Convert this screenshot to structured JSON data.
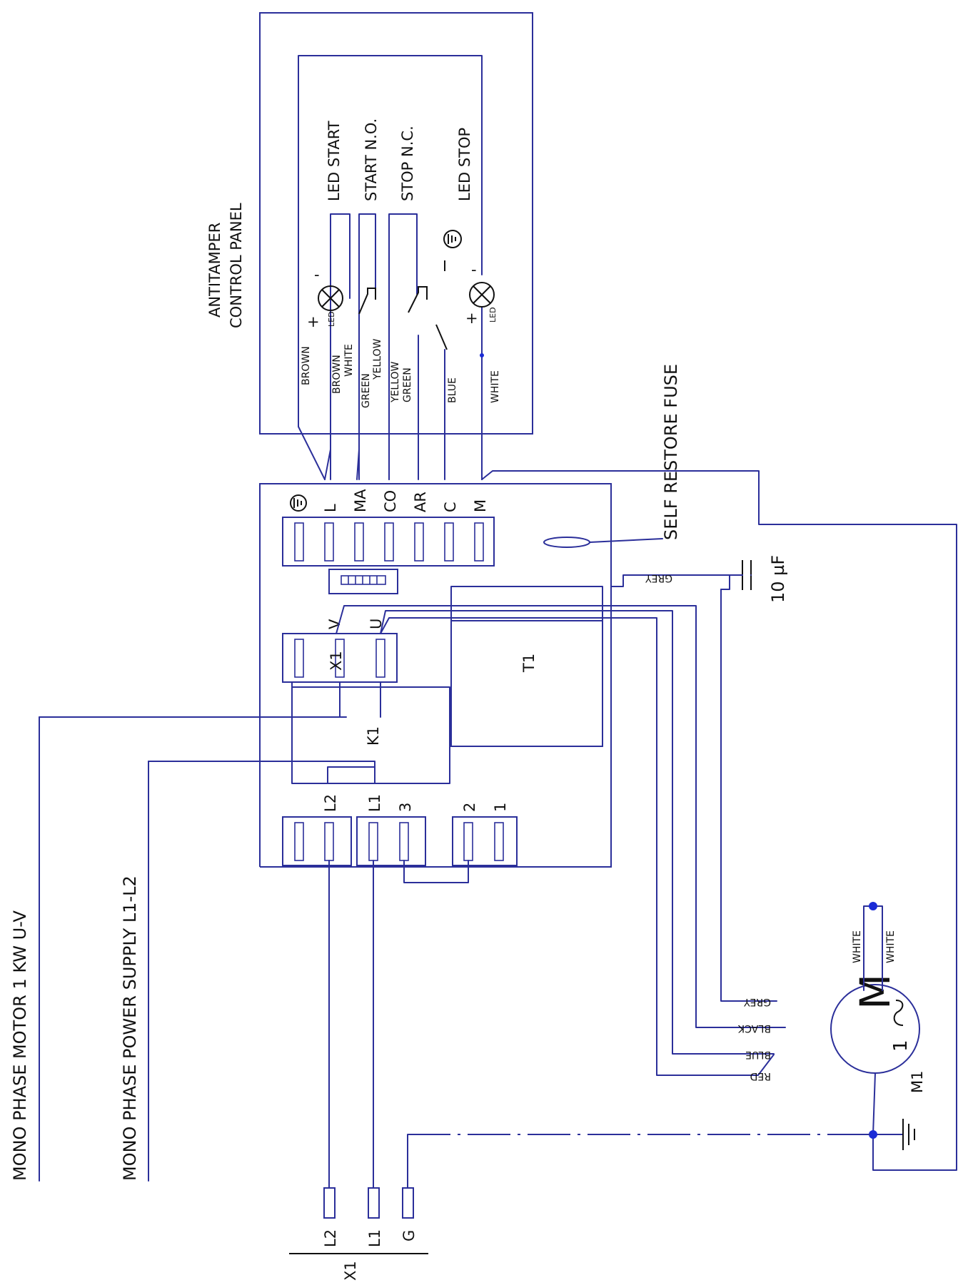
{
  "labels": {
    "motor_title": "MONO PHASE MOTOR 1 KW U-V",
    "supply_title": "MONO PHASE POWER SUPPLY L1-L2",
    "panel_title_1": "ANTITAMPER",
    "panel_title_2": "CONTROL PANEL",
    "fuse_label": "SELF RESTORE FUSE",
    "capacitor_label": "10 µF",
    "transformer_label": "T1",
    "relay_label": "K1",
    "terminal_x1_label": "X1",
    "bottom_x1_label": "X1",
    "motor_m": "M",
    "motor_phase": "1",
    "motor_name": "M1"
  },
  "panel_controls": {
    "led_start": "LED START",
    "start_no": "START N.O.",
    "stop_nc": "STOP N.C.",
    "led_stop": "LED STOP",
    "plus_1": "+",
    "minus_1": "-",
    "led_tag_1": "LED",
    "plus_2": "+",
    "minus_2": "-",
    "led_tag_2": "LED"
  },
  "panel_wires": {
    "brown_outer": "BROWN",
    "brown": "BROWN",
    "white_1": "WHITE",
    "green": "GREEN",
    "yellow": "YELLOW",
    "yellow_2": "YELLOW",
    "green_2": "GREEN",
    "blue": "BLUE",
    "white_2": "WHITE"
  },
  "top_terminals": [
    "L",
    "MA",
    "CO",
    "AR",
    "C",
    "M"
  ],
  "motor_terminals": {
    "v": "V",
    "u": "U"
  },
  "bottom_terminals": [
    "L2",
    "L1",
    "3",
    "2",
    "1"
  ],
  "motor_wires": {
    "grey_cap": "GREY",
    "grey": "GREY",
    "black": "BLACK",
    "blue": "BLUE",
    "red": "RED",
    "white_a": "WHITE",
    "white_b": "WHITE"
  },
  "supply_terminals": [
    "L2",
    "L1",
    "G"
  ],
  "colors": {
    "wire": "#2b2f9a",
    "text": "#111111",
    "node": "#1a2bd6"
  }
}
